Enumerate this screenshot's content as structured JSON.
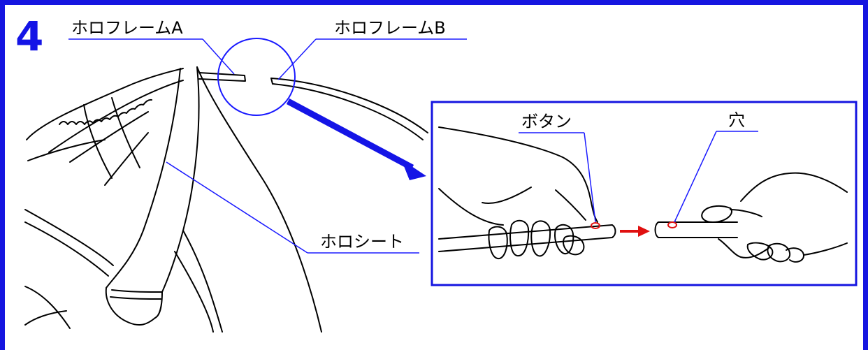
{
  "step_number": "4",
  "labels": {
    "frame_a": "ホロフレームA",
    "frame_b": "ホロフレームB",
    "sheet": "ホロシート",
    "button": "ボタン",
    "hole": "穴"
  },
  "colors": {
    "border": "#1515e0",
    "leader": "#1a1aff",
    "arrow_blue": "#1414e6",
    "arrow_red": "#e01010",
    "highlight": "#e01010"
  }
}
